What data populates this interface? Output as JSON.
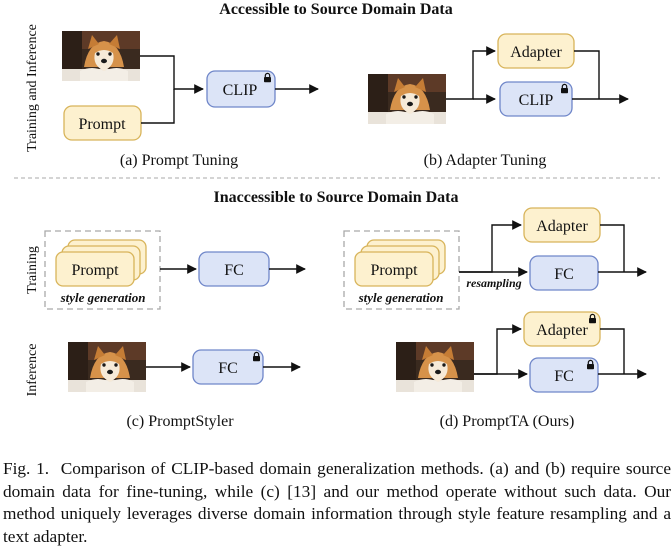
{
  "sections": {
    "accessible_title": "Accessible to Source Domain Data",
    "inaccessible_title": "Inaccessible to Source Domain Data"
  },
  "side_labels": {
    "training_and_inference": "Training and Inference",
    "training": "Training",
    "inference": "Inference"
  },
  "boxes": {
    "prompt": "Prompt",
    "clip": "CLIP",
    "adapter": "Adapter",
    "fc": "FC"
  },
  "labels": {
    "style_generation": "style generation",
    "resampling": "resampling"
  },
  "subcaptions": {
    "a": "(a) Prompt Tuning",
    "b": "(b) Adapter Tuning",
    "c": "(c) PromptStyler",
    "d": "(d) PromptTA (Ours)"
  },
  "icons": {
    "lock": "lock-icon",
    "dog_photo": "shiba-dog-photo"
  },
  "colors": {
    "prompt_fill": "#fdf1cf",
    "prompt_stroke": "#d8b45a",
    "model_fill": "#dce4f7",
    "model_stroke": "#6f86c9"
  },
  "caption": {
    "label": "Fig. 1.",
    "text": "Comparison of CLIP-based domain generalization methods. (a) and (b) require source domain data for fine-tuning, while (c) [13] and our method operate without such data. Our method uniquely leverages diverse domain information through style feature resampling and a text adapter."
  }
}
